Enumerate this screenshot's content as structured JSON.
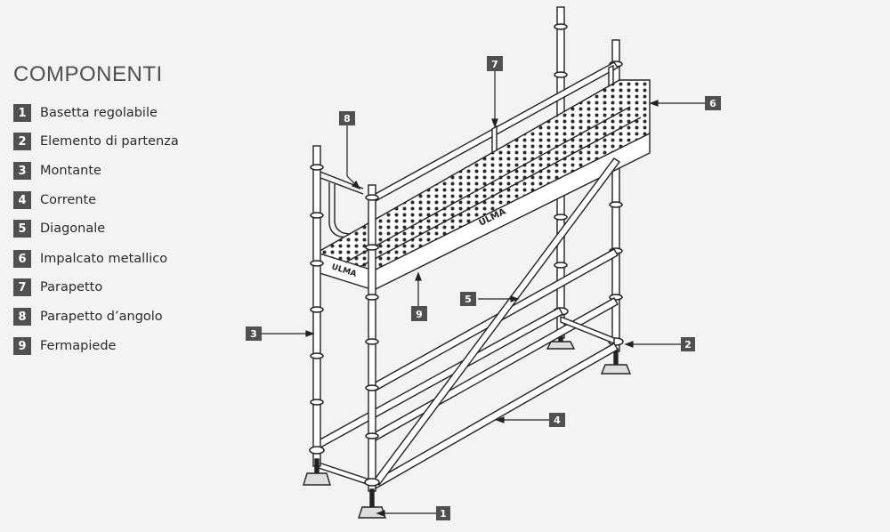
{
  "legend": {
    "title": "COMPONENTI",
    "items": [
      {
        "num": "1",
        "label": "Basetta regolabile"
      },
      {
        "num": "2",
        "label": "Elemento di partenza"
      },
      {
        "num": "3",
        "label": "Montante"
      },
      {
        "num": "4",
        "label": "Corrente"
      },
      {
        "num": "5",
        "label": "Diagonale"
      },
      {
        "num": "6",
        "label": "Impalcato metallico"
      },
      {
        "num": "7",
        "label": "Parapetto"
      },
      {
        "num": "8",
        "label": "Parapetto d’angolo"
      },
      {
        "num": "9",
        "label": "Fermapiede"
      }
    ]
  },
  "callouts": [
    "1",
    "2",
    "3",
    "4",
    "5",
    "6",
    "7",
    "8",
    "9"
  ],
  "deck_brand": "ULMA",
  "colors": {
    "box": "#505050",
    "background": "#f3f3f3",
    "line": "#222222"
  }
}
